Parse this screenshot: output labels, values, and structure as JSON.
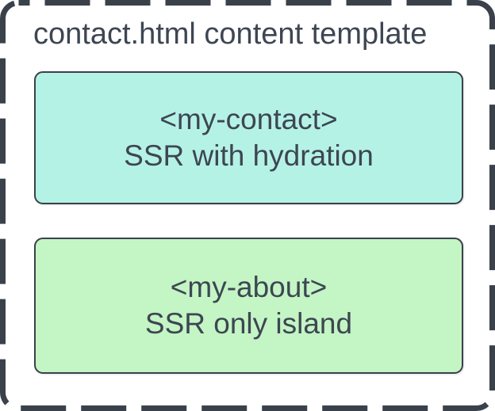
{
  "diagram": {
    "title": "contact.html content template",
    "colors": {
      "background": "#ffffff",
      "dashed_border": "#3a414b",
      "text": "#3d4652",
      "node_border": "#3a414b",
      "contact_fill": "#b5f2e6",
      "about_fill": "#c4f5c5"
    },
    "nodes": [
      {
        "id": "my-contact",
        "line1": "<my-contact>",
        "line2": "SSR with hydration",
        "fill": "#b5f2e6"
      },
      {
        "id": "my-about",
        "line1": "<my-about>",
        "line2": "SSR only island",
        "fill": "#c4f5c5"
      }
    ]
  }
}
